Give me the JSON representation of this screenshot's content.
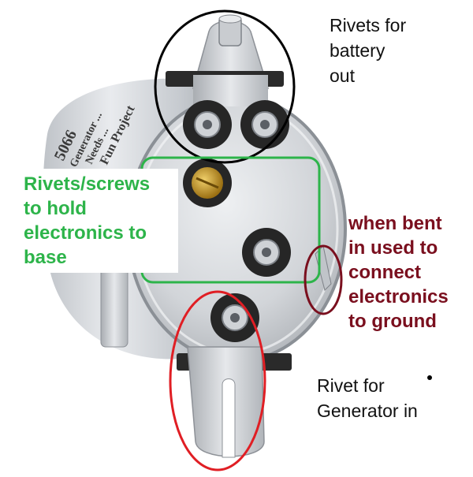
{
  "labels": {
    "battery_out": "Rivets for\nbattery\nout",
    "electronics_base": "Rivets/screws\nto hold\nelectronics to\nbase",
    "ground": "when bent\nin used to\nconnect\nelectronics\nto ground",
    "generator_in": "Rivet for\nGenerator in"
  },
  "product_stamp": [
    "5066",
    "Generator ...",
    "Needs ...",
    "Fun Project"
  ],
  "annotation_colors": {
    "battery_circle": "#000000",
    "electronics_box": "#2db44a",
    "ground_oval": "#7a0f1e",
    "generator_oval": "#e01e24"
  }
}
